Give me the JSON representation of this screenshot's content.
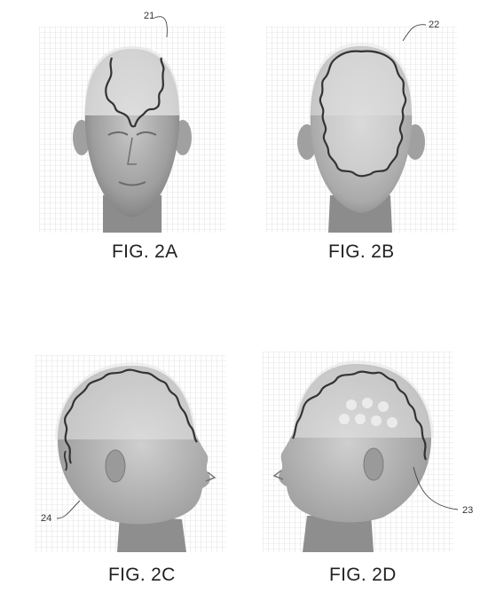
{
  "figures": [
    {
      "caption": "FIG. 2A",
      "ref": "21",
      "view": "front"
    },
    {
      "caption": "FIG. 2B",
      "ref": "22",
      "view": "back"
    },
    {
      "caption": "FIG. 2C",
      "ref": "24",
      "view": "right-profile"
    },
    {
      "caption": "FIG. 2D",
      "ref": "23",
      "view": "left-profile"
    }
  ],
  "colors": {
    "grid": "#cfcfcf",
    "skin_dark": "#9a9a9a",
    "skin_light": "#d8d8d8",
    "cap": "#e6e6e6",
    "outline": "#3a3a3a"
  }
}
